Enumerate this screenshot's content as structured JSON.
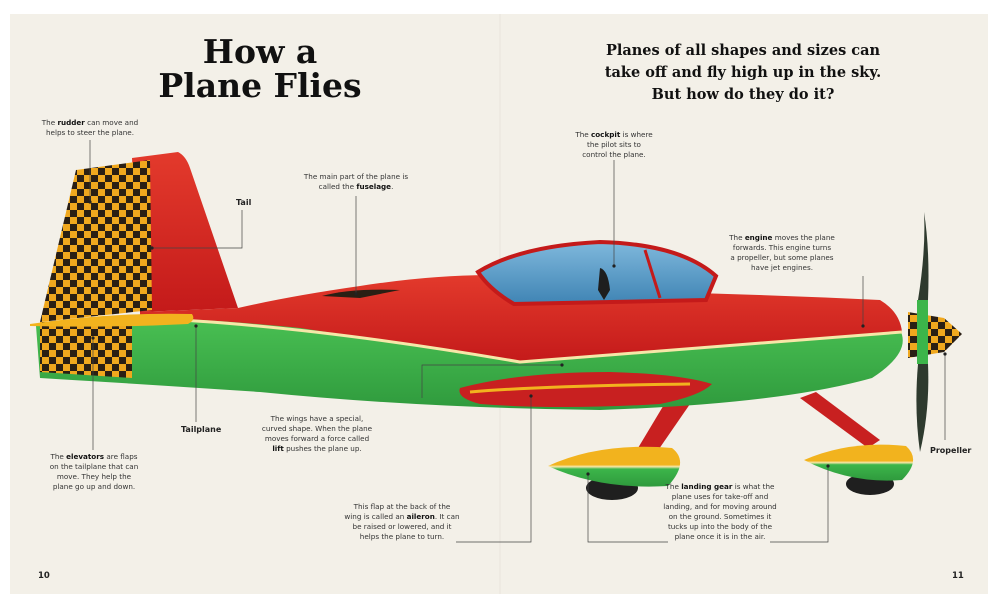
{
  "title": {
    "line1": "How a",
    "line2": "Plane Flies"
  },
  "intro": {
    "line1": "Planes of all shapes and sizes can",
    "line2": "take off and fly high up in the sky.",
    "line3": "But how do they do it?"
  },
  "parts": {
    "tail": "Tail",
    "tailplane": "Tailplane",
    "propeller": "Propeller"
  },
  "notes": {
    "rudder": {
      "pre": "The ",
      "term": "rudder",
      "post": " can move and",
      "line2": "helps to steer the plane."
    },
    "fuselage": {
      "line1": "The main part of the plane is",
      "pre": "called the ",
      "term": "fuselage",
      "post": "."
    },
    "cockpit": {
      "pre": "The ",
      "term": "cockpit",
      "post": " is where",
      "line2": "the pilot sits to",
      "line3": "control the plane."
    },
    "engine": {
      "pre": "The ",
      "term": "engine",
      "post": " moves the plane",
      "line2": "forwards. This engine turns",
      "line3": "a propeller, but some planes",
      "line4": "have jet engines."
    },
    "wings": {
      "line1": "The wings have a special,",
      "line2": "curved shape. When the plane",
      "line3": "moves forward a force called",
      "term": "lift",
      "post": " pushes the plane up."
    },
    "elevators": {
      "pre": "The ",
      "term": "elevators",
      "post": " are flaps",
      "line2": "on the tailplane that can",
      "line3": "move. They help the",
      "line4": "plane go up and down."
    },
    "aileron": {
      "line1": "This flap at the back of the",
      "pre": "wing is called an ",
      "term": "aileron",
      "post": ". It can",
      "line3": "be raised or lowered, and it",
      "line4": "helps the plane to turn."
    },
    "landing_gear": {
      "pre": "The ",
      "term": "landing gear",
      "post": " is what the",
      "line2": "plane uses for take-off and",
      "line3": "landing, and for moving around",
      "line4": "on the ground. Sometimes it",
      "line5": "tucks up into the body of the",
      "line6": "plane once it is in the air."
    }
  },
  "page_numbers": {
    "left": "10",
    "right": "11"
  },
  "colors": {
    "red": "#d8221f",
    "green": "#3cb54a",
    "checker_yellow": "#f0a81e",
    "checker_dark": "#2a1f14",
    "canopy": "#5b9ec8",
    "cream": "#f6e7a8"
  }
}
